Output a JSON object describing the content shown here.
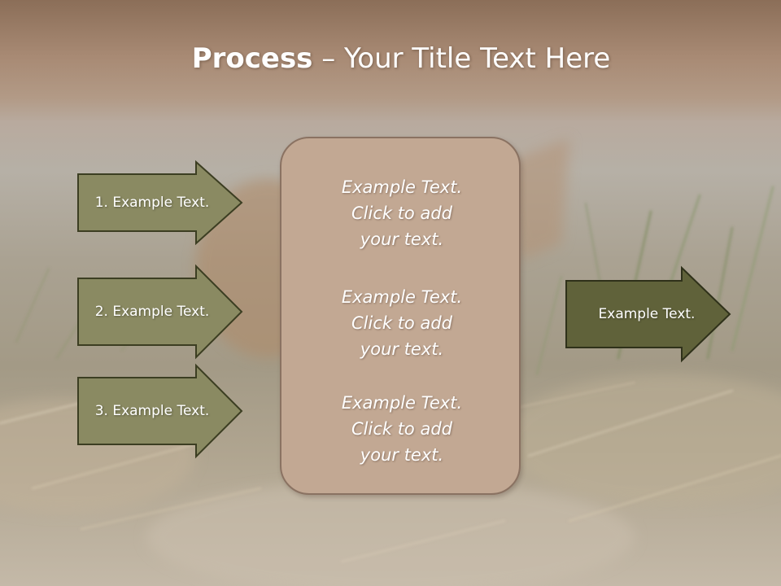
{
  "title": {
    "bold": "Process",
    "rest": " – Your Title Text Here"
  },
  "left_arrows": [
    {
      "label": "1. Example Text."
    },
    {
      "label": "2. Example Text."
    },
    {
      "label": "3. Example Text."
    }
  ],
  "center_box": {
    "paragraphs": [
      {
        "lines": [
          "Example Text.",
          "Click  to add",
          "your text."
        ]
      },
      {
        "lines": [
          "Example Text.",
          "Click  to add",
          "your text."
        ]
      },
      {
        "lines": [
          "Example Text.",
          "Click  to add",
          "your text."
        ]
      }
    ]
  },
  "right_arrow": {
    "label": "Example Text."
  },
  "colors": {
    "left_arrow_fill": "#8a8a62",
    "right_arrow_fill": "#60623a",
    "arrow_stroke": "#3c3e22",
    "box_fill": "#c2a893",
    "box_stroke": "#8a7262"
  }
}
